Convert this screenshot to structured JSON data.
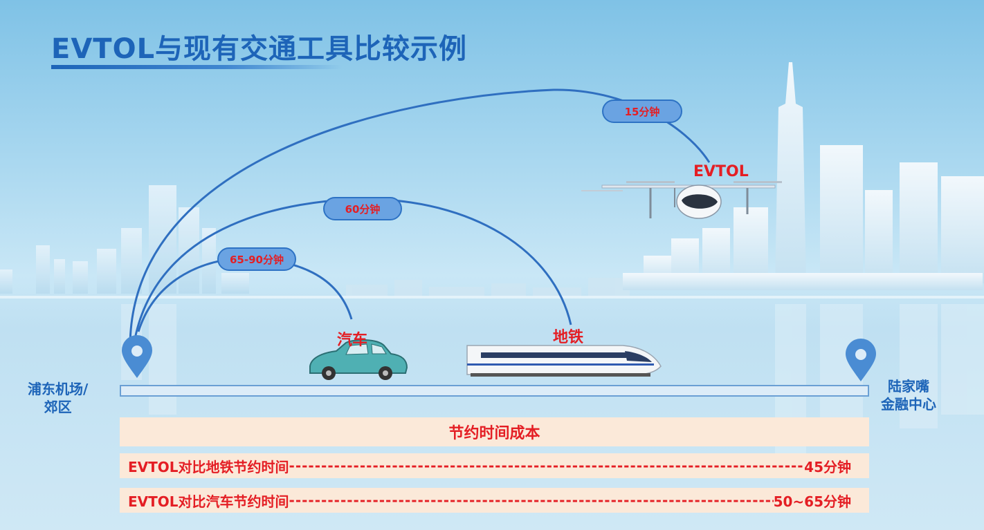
{
  "title": "EVTOL与现有交通工具比较示例",
  "routes": [
    {
      "key": "evtol",
      "time": "15分钟",
      "vehicle": "EVTOL"
    },
    {
      "key": "metro",
      "time": "60分钟",
      "vehicle": "地铁"
    },
    {
      "key": "car",
      "time": "65-90分钟",
      "vehicle": "汽车"
    }
  ],
  "start": {
    "line1": "浦东机场/",
    "line2": "郊区"
  },
  "end": {
    "line1": "陆家嘴",
    "line2": "金融中心"
  },
  "savings": {
    "header": "节约时间成本",
    "rows": [
      {
        "label": "EVTOL对比地铁节约时间",
        "value": "45分钟"
      },
      {
        "label": "EVTOL对比汽车节约时间",
        "value": "50~65分钟"
      }
    ]
  },
  "colors": {
    "title": "#1d64b8",
    "accent_red": "#e41e24",
    "arc": "#2f6fc0",
    "pill_fill": "#6aa3e2",
    "band": "#fbe9d9"
  }
}
